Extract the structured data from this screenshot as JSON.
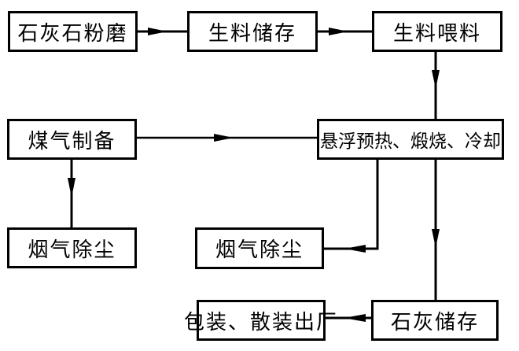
{
  "diagram": {
    "type": "process-flowchart",
    "language": "zh",
    "background_color": "#ffffff",
    "line_color": "#000000",
    "box_fill": "#ffffff",
    "nodes": {
      "limestone_grinding": {
        "label": "石灰石粉磨"
      },
      "raw_meal_storage": {
        "label": "生料储存"
      },
      "raw_meal_feeding": {
        "label": "生料喂料"
      },
      "gas_preparation": {
        "label": "煤气制备"
      },
      "preheat_calcine_cool": {
        "label": "悬浮预热、煅烧、冷却"
      },
      "flue_gas_dedusting_left": {
        "label": "烟气除尘"
      },
      "flue_gas_dedusting_mid": {
        "label": "烟气除尘"
      },
      "packing_shipping": {
        "label": "包装、散装出厂"
      },
      "lime_storage": {
        "label": "石灰储存"
      }
    },
    "edges": [
      {
        "from": "limestone_grinding",
        "to": "raw_meal_storage",
        "direction": "right"
      },
      {
        "from": "raw_meal_storage",
        "to": "raw_meal_feeding",
        "direction": "right"
      },
      {
        "from": "raw_meal_feeding",
        "to": "preheat_calcine_cool",
        "direction": "down"
      },
      {
        "from": "gas_preparation",
        "to": "preheat_calcine_cool",
        "direction": "right"
      },
      {
        "from": "gas_preparation",
        "to": "flue_gas_dedusting_left",
        "direction": "down"
      },
      {
        "from": "preheat_calcine_cool",
        "to": "flue_gas_dedusting_mid",
        "direction": "down-left"
      },
      {
        "from": "preheat_calcine_cool",
        "to": "lime_storage",
        "direction": "down"
      },
      {
        "from": "lime_storage",
        "to": "packing_shipping",
        "direction": "left"
      }
    ]
  }
}
